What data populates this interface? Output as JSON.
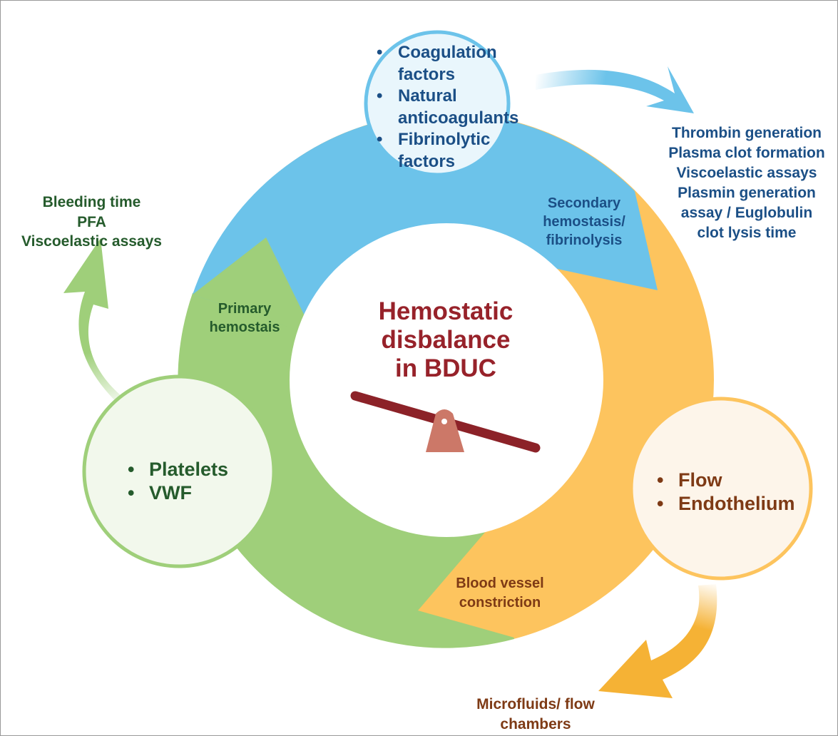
{
  "colors": {
    "blue_sector": "#6cc3ea",
    "green_sector": "#9fcf7a",
    "orange_sector": "#fdc45e",
    "blue_text": "#1b4f86",
    "green_text": "#255b2c",
    "orange_text": "#7e3a15",
    "title_red": "#97222a",
    "seesaw_beam": "#8c2228",
    "seesaw_fulcrum": "#cc7868"
  },
  "center": {
    "title_lines": [
      "Hemostatic",
      "disbalance",
      "in BDUC"
    ],
    "icon": "seesaw-icon"
  },
  "components": {
    "coagulation": [
      "Coagulation factors",
      "Natural anticoagulants",
      "Fibrinolytic factors"
    ],
    "platelets": [
      "Platelets",
      "VWF"
    ],
    "vascular": [
      "Flow",
      "Endothelium"
    ]
  },
  "ring_labels": {
    "secondary": [
      "Secondary",
      "hemostasis/",
      "fibrinolysis"
    ],
    "primary": [
      "Primary",
      "hemostais"
    ],
    "vessel": [
      "Blood vessel",
      "constriction"
    ]
  },
  "tests": {
    "coagulation": [
      "Thrombin generation",
      "Plasma clot formation",
      "Viscoelastic assays",
      "Plasmin generation",
      "assay / Euglobulin",
      "clot lysis time"
    ],
    "platelets": [
      "Bleeding time",
      "PFA",
      "Viscoelastic assays"
    ],
    "vascular": [
      "Microfluids/ flow",
      "chambers"
    ]
  }
}
